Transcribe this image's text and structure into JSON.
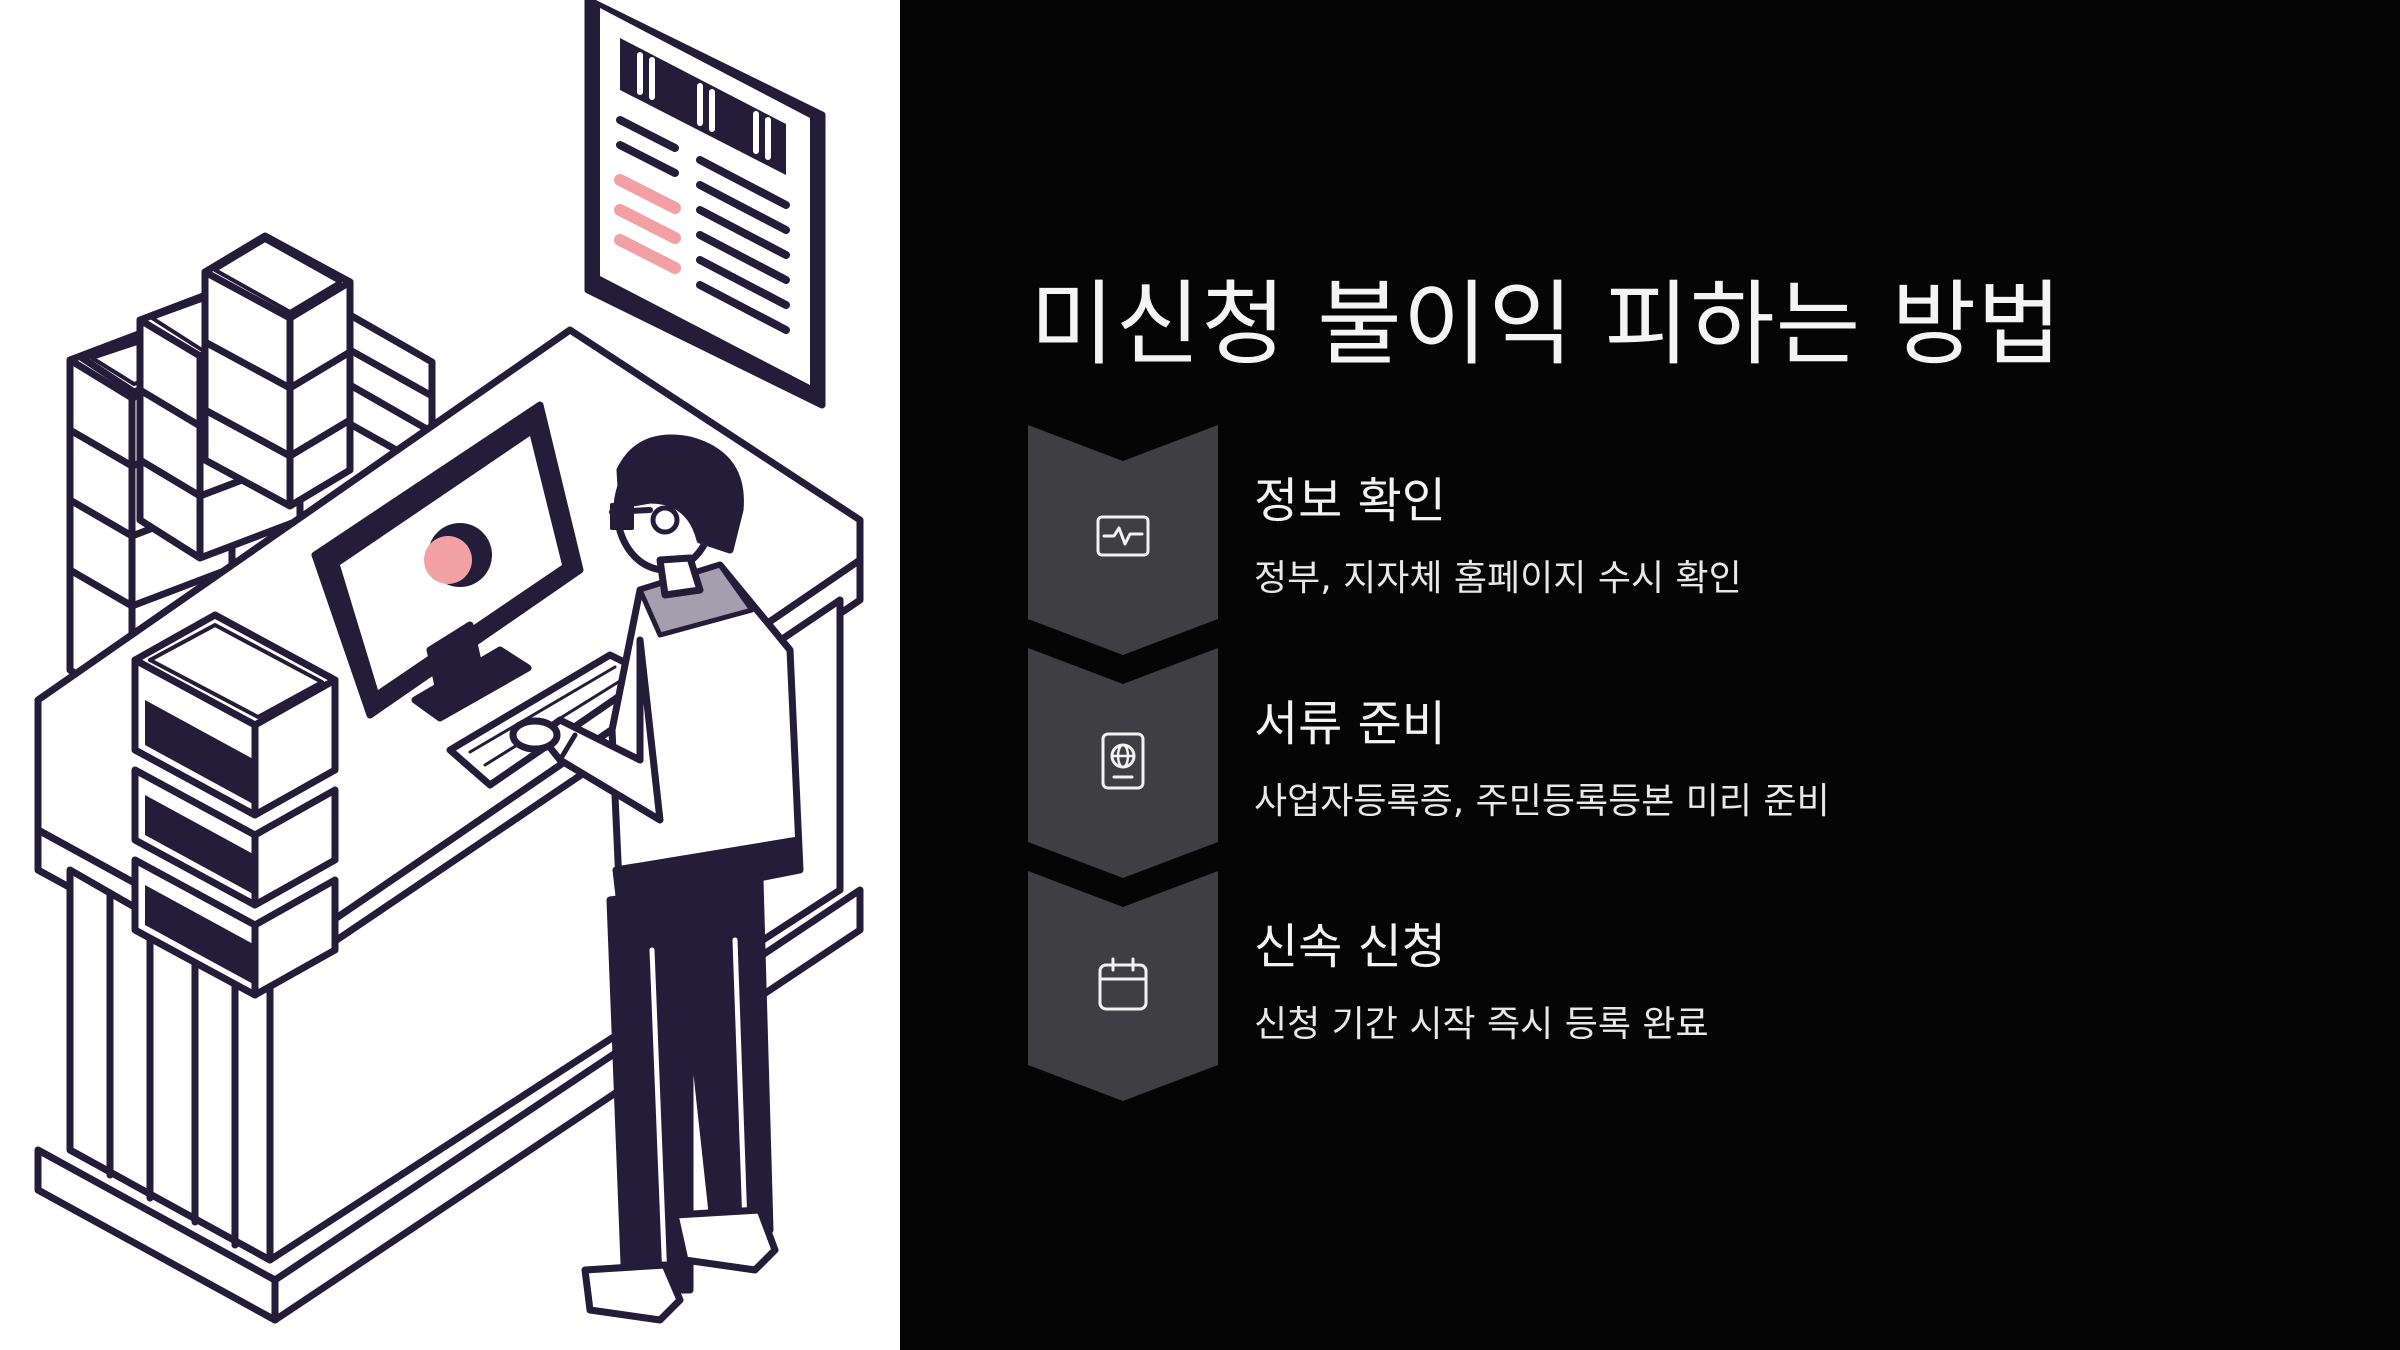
{
  "slide": {
    "title": "미신청 불이익 피하는 방법"
  },
  "steps": [
    {
      "icon": "activity-monitor-icon",
      "heading": "정보 확인",
      "description": "정부, 지자체 홈페이지 수시 확인"
    },
    {
      "icon": "passport-icon",
      "heading": "서류 준비",
      "description": "사업자등록증, 주민등록등본 미리 준비"
    },
    {
      "icon": "calendar-icon",
      "heading": "신속 신청",
      "description": "신청 기간 시작 즉시 등록 완료"
    }
  ],
  "colors": {
    "background": "#050505",
    "badge": "#3f3e42",
    "text": "#f2f2f2",
    "illustration_ink": "#231d3a",
    "illustration_accent": "#f2a0a4"
  }
}
